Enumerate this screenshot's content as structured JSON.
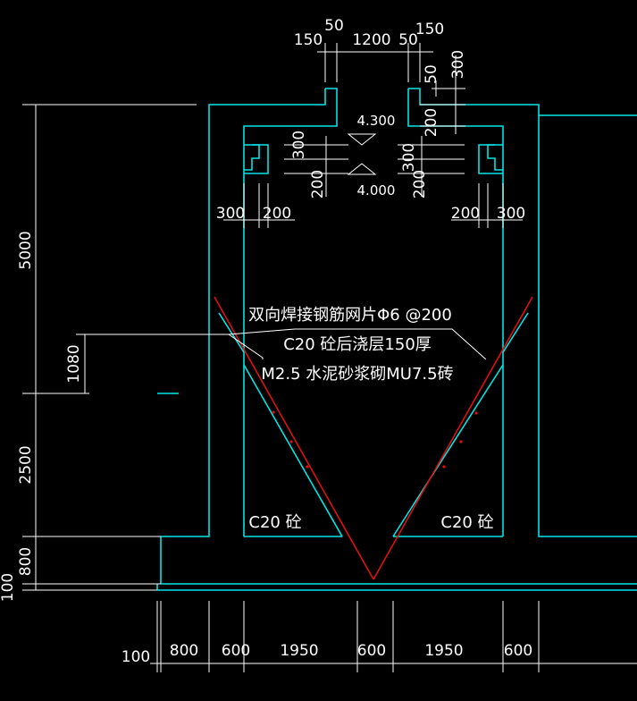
{
  "colors": {
    "background": "#000000",
    "structure": "#00e5e5",
    "dimension": "#ffffff",
    "reinforcement": "#e01010"
  },
  "top_dims": {
    "d150_left": "150",
    "d50_left": "50",
    "d1200": "1200",
    "d50_right": "50",
    "d150_right": "150"
  },
  "right_top_dims": {
    "d50": "50",
    "d300": "300",
    "d200": "200"
  },
  "elevations": {
    "upper": "4.300",
    "lower": "4.000"
  },
  "inner_dims": {
    "left_300": "300",
    "left_200": "200",
    "right_300": "300",
    "right_200": "200"
  },
  "wall_dims": {
    "left_300": "300",
    "left_200": "200",
    "right_200": "200",
    "right_300": "300"
  },
  "left_dims": {
    "d5000": "5000",
    "d1080": "1080",
    "d2500": "2500",
    "d800": "800",
    "d100": "100"
  },
  "bottom_dims": {
    "d100": "100",
    "d800": "800",
    "d600_a": "600",
    "d1950_a": "1950",
    "d600_b": "600",
    "d1950_b": "1950",
    "d600_c": "600"
  },
  "notes": {
    "line1": "双向焊接钢筋网片Φ6 @200",
    "line2": "C20 砼后浇层150厚",
    "line3": "M2.5 水泥砂浆砌MU7.5砖"
  },
  "labels": {
    "c20_left": "C20 砼",
    "c20_right": "C20 砼"
  }
}
